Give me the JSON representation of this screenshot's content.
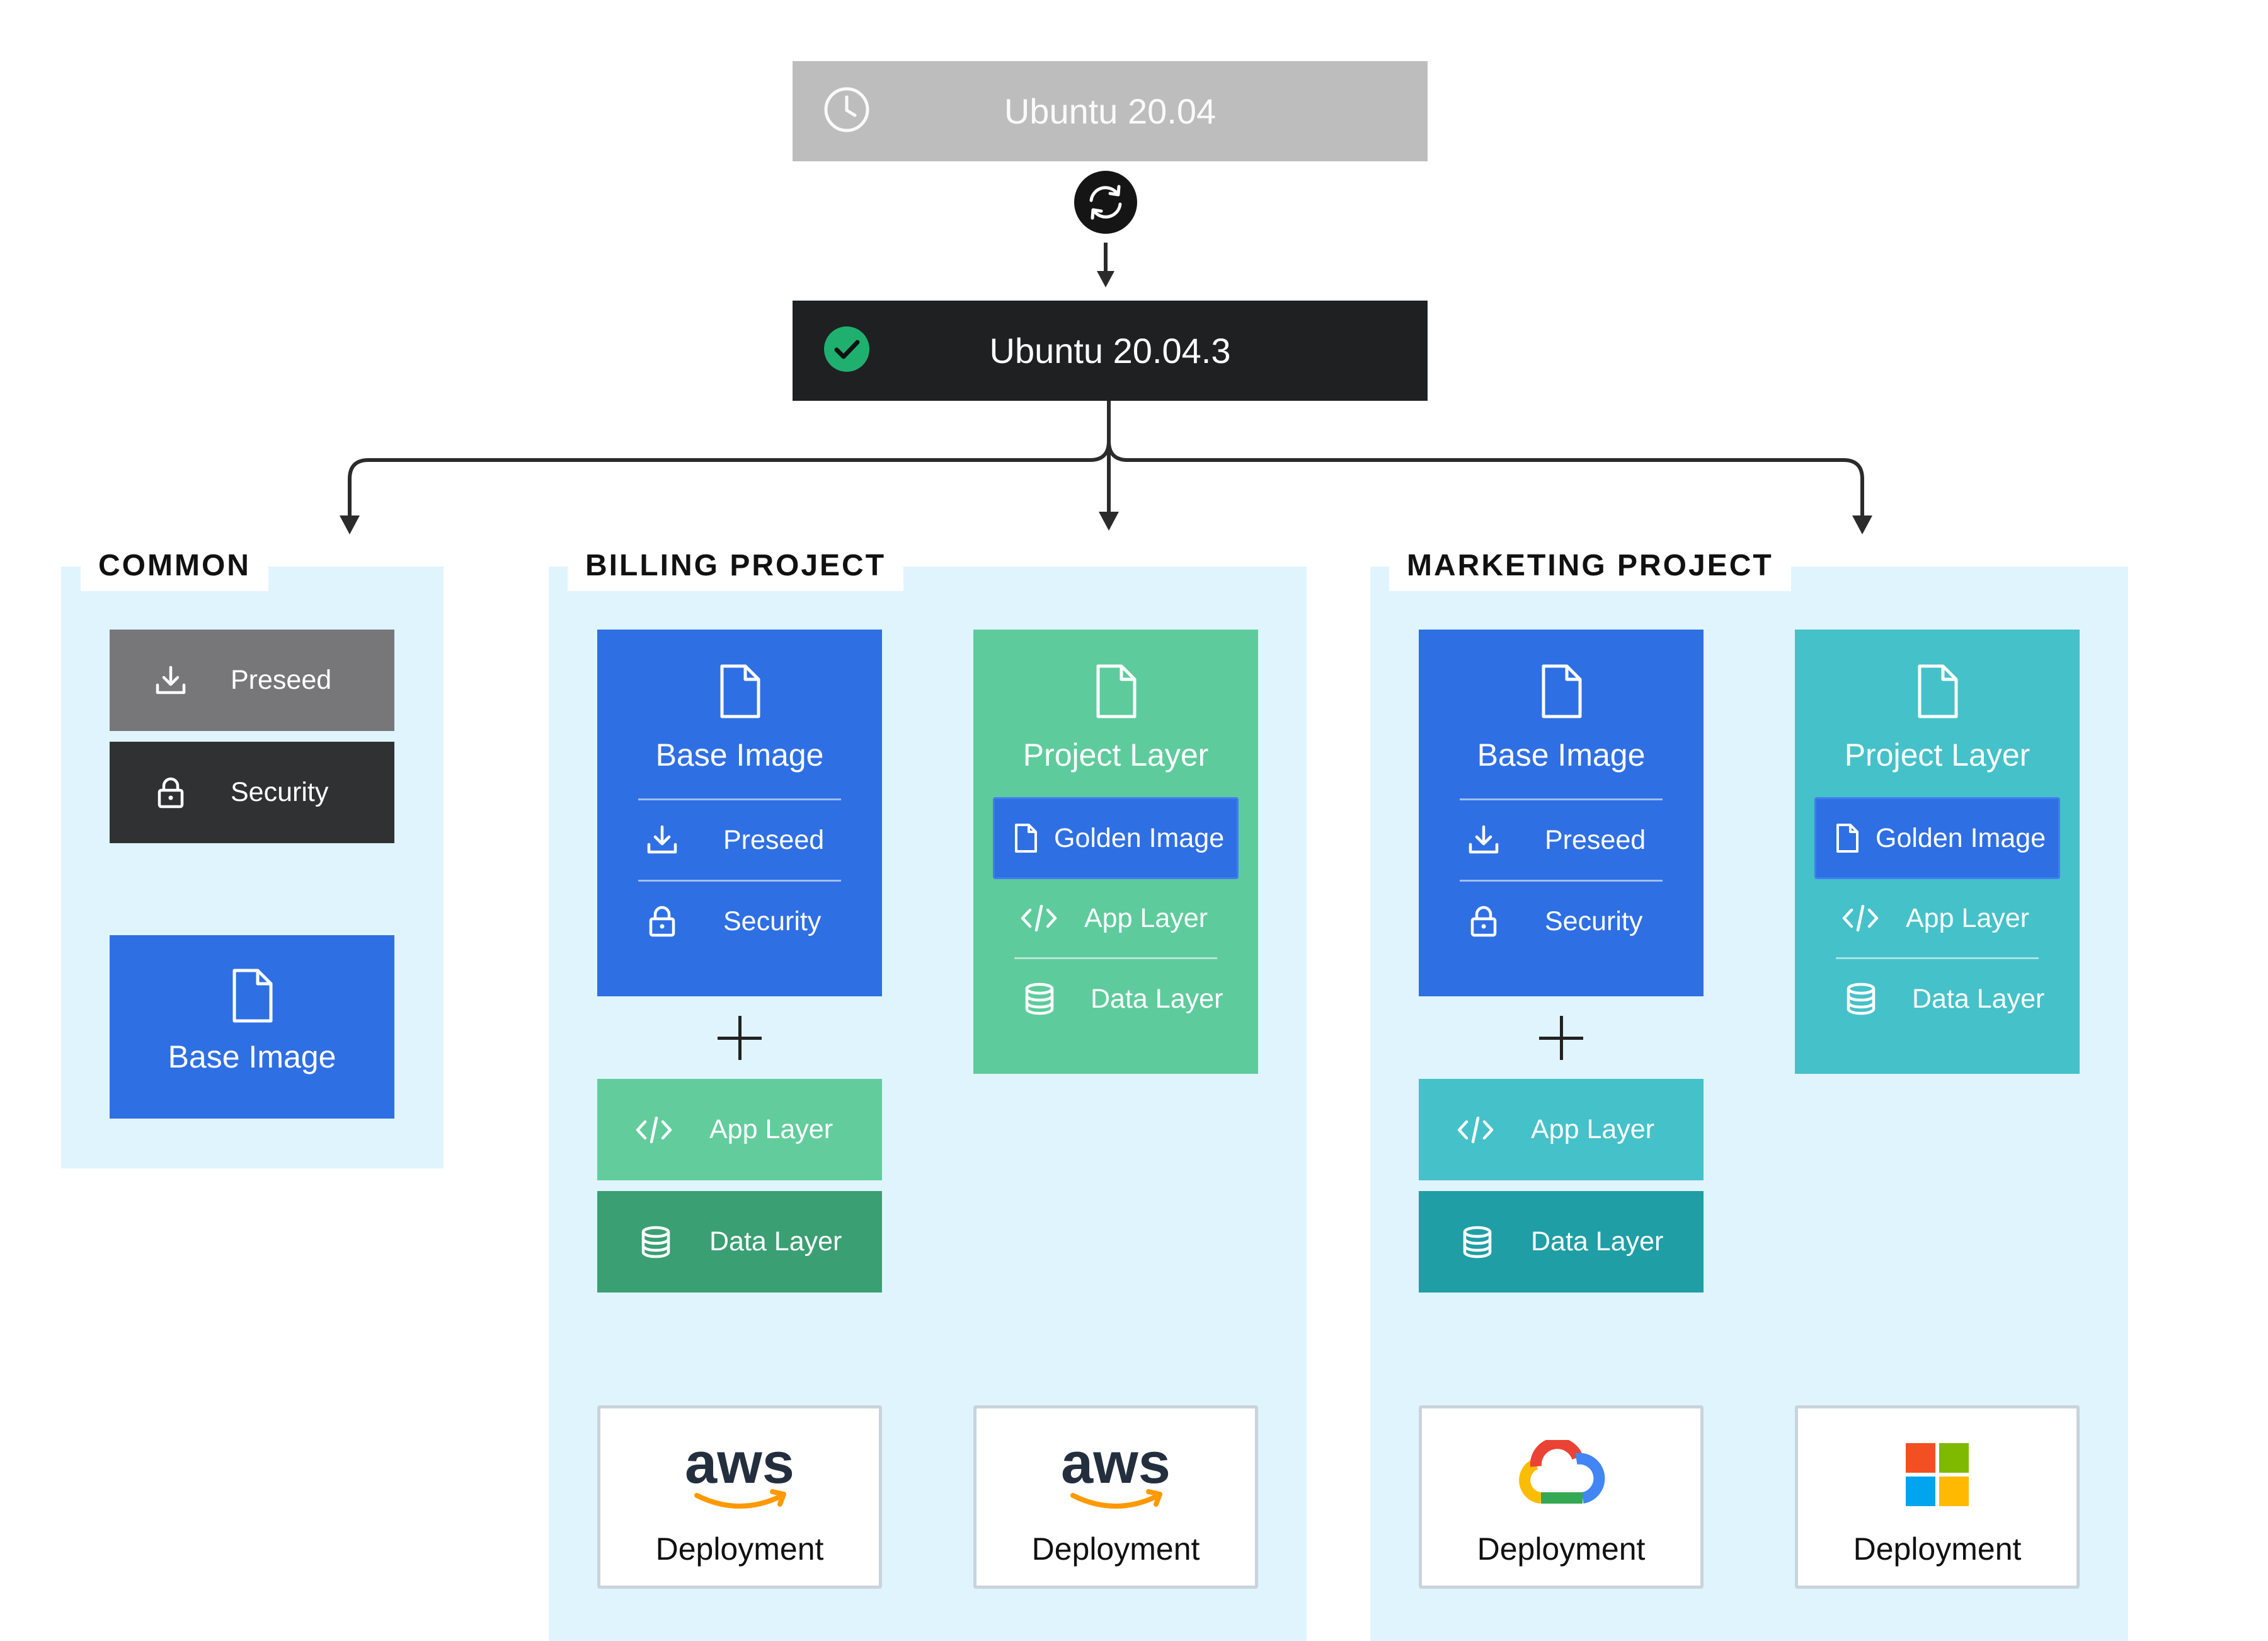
{
  "top": {
    "old_version": "Ubuntu 20.04",
    "new_version": "Ubuntu 20.04.3"
  },
  "common": {
    "label": "COMMON",
    "preseed": "Preseed",
    "security": "Security",
    "base_image": "Base Image"
  },
  "billing": {
    "label": "BILLING PROJECT",
    "base_card": {
      "title": "Base Image",
      "preseed": "Preseed",
      "security": "Security"
    },
    "project_card": {
      "title": "Project Layer",
      "golden": "Golden Image",
      "app": "App Layer",
      "data": "Data Layer"
    },
    "app_layer": "App Layer",
    "data_layer": "Data Layer",
    "deploy_1": {
      "logo": "aws",
      "label": "Deployment"
    },
    "deploy_2": {
      "logo": "aws",
      "label": "Deployment"
    }
  },
  "marketing": {
    "label": "MARKETING PROJECT",
    "base_card": {
      "title": "Base Image",
      "preseed": "Preseed",
      "security": "Security"
    },
    "project_card": {
      "title": "Project Layer",
      "golden": "Golden Image",
      "app": "App Layer",
      "data": "Data Layer"
    },
    "app_layer": "App Layer",
    "data_layer": "Data Layer",
    "deploy_1": {
      "logo": "google-cloud",
      "label": "Deployment"
    },
    "deploy_2": {
      "logo": "microsoft",
      "label": "Deployment"
    }
  },
  "colors": {
    "old_version_bg": "#bdbdbd",
    "new_version_bg": "#1f2022",
    "check_green": "#1fb06f",
    "panel_bg": "#e0f4fd",
    "preseed_gray": "#77777a",
    "security_dark": "#2f3133",
    "base_blue": "#2f6fe4",
    "billing_green": "#5ecb9c",
    "billing_green_light": "#62cc9d",
    "billing_green_dark": "#3a9f72",
    "marketing_teal": "#45c1c9",
    "marketing_teal_dark": "#1f9ea6",
    "aws_orange": "#ff9900"
  },
  "icons": [
    "clock-icon",
    "sync-icon",
    "check-icon",
    "download-icon",
    "lock-icon",
    "file-icon",
    "code-icon",
    "database-icon",
    "aws-logo",
    "google-cloud-logo",
    "microsoft-logo"
  ]
}
